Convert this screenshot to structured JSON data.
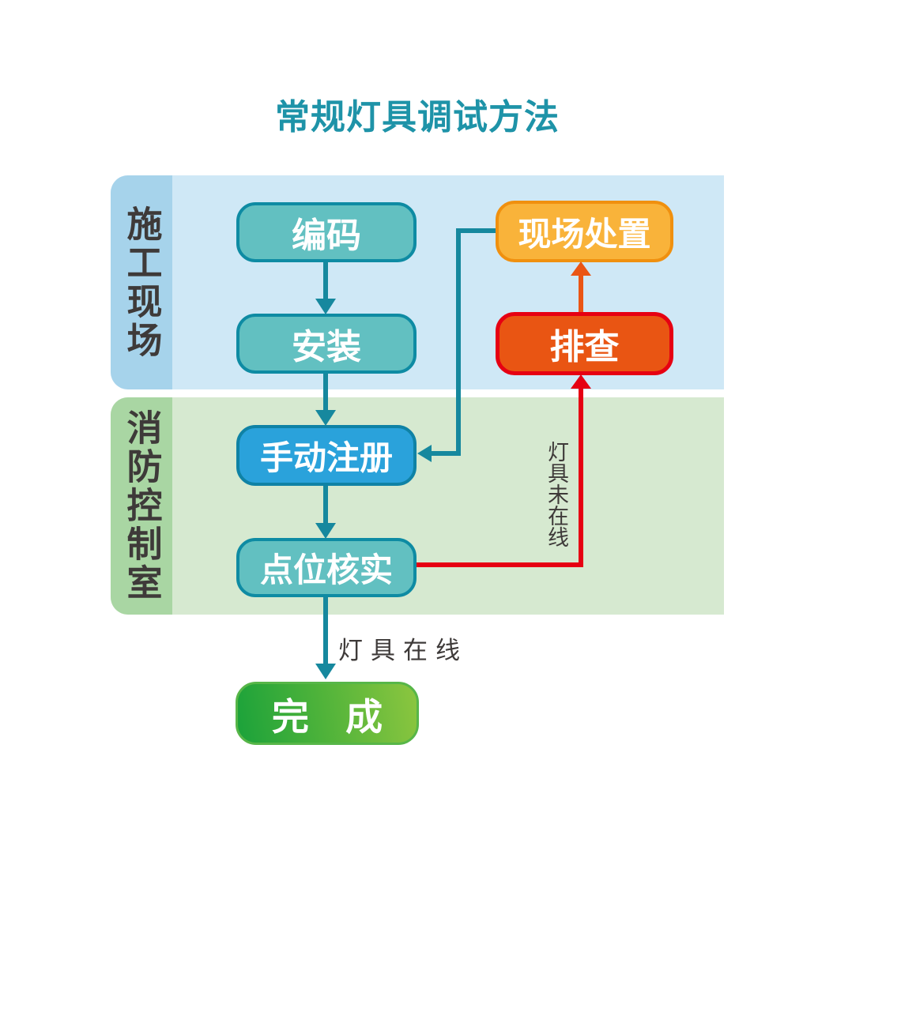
{
  "title": "常规灯具调试方法",
  "lanes": [
    {
      "id": "construction-site",
      "label": "施工现场"
    },
    {
      "id": "fire-control-room",
      "label": "消防控制室"
    }
  ],
  "nodes": {
    "encode": "编码",
    "install": "安装",
    "onsite_handling": "现场处置",
    "troubleshoot": "排查",
    "manual_register": "手动注册",
    "point_verify": "点位核实",
    "done": "完 成"
  },
  "edge_labels": {
    "lamp_online": "灯具在线",
    "lamp_offline": "灯具未在线"
  },
  "colors": {
    "title_text": "#1e93a8",
    "lane1_strip": "#a6d3eb",
    "lane1_bg": "#cfe8f6",
    "lane2_strip": "#a9d6a3",
    "lane2_bg": "#d6e9d0",
    "lane_label_text": "#3e3a39",
    "teal_node_fill": "#62c0c1",
    "teal_node_border": "#0e8ba3",
    "blue_node_fill": "#2aa2db",
    "blue_node_border": "#0f82a5",
    "amber_node_fill": "#f9b33a",
    "amber_node_border": "#f0900f",
    "red_node_fill": "#e95513",
    "red_node_border": "#e60012",
    "green_node_gradient_from": "#1ba23a",
    "green_node_gradient_to": "#8cc63f",
    "arrow_teal": "#16889e",
    "arrow_red": "#e60012",
    "arrow_orange": "#ea5514",
    "node_text": "#ffffff",
    "edge_label_text": "#3e3a39"
  }
}
